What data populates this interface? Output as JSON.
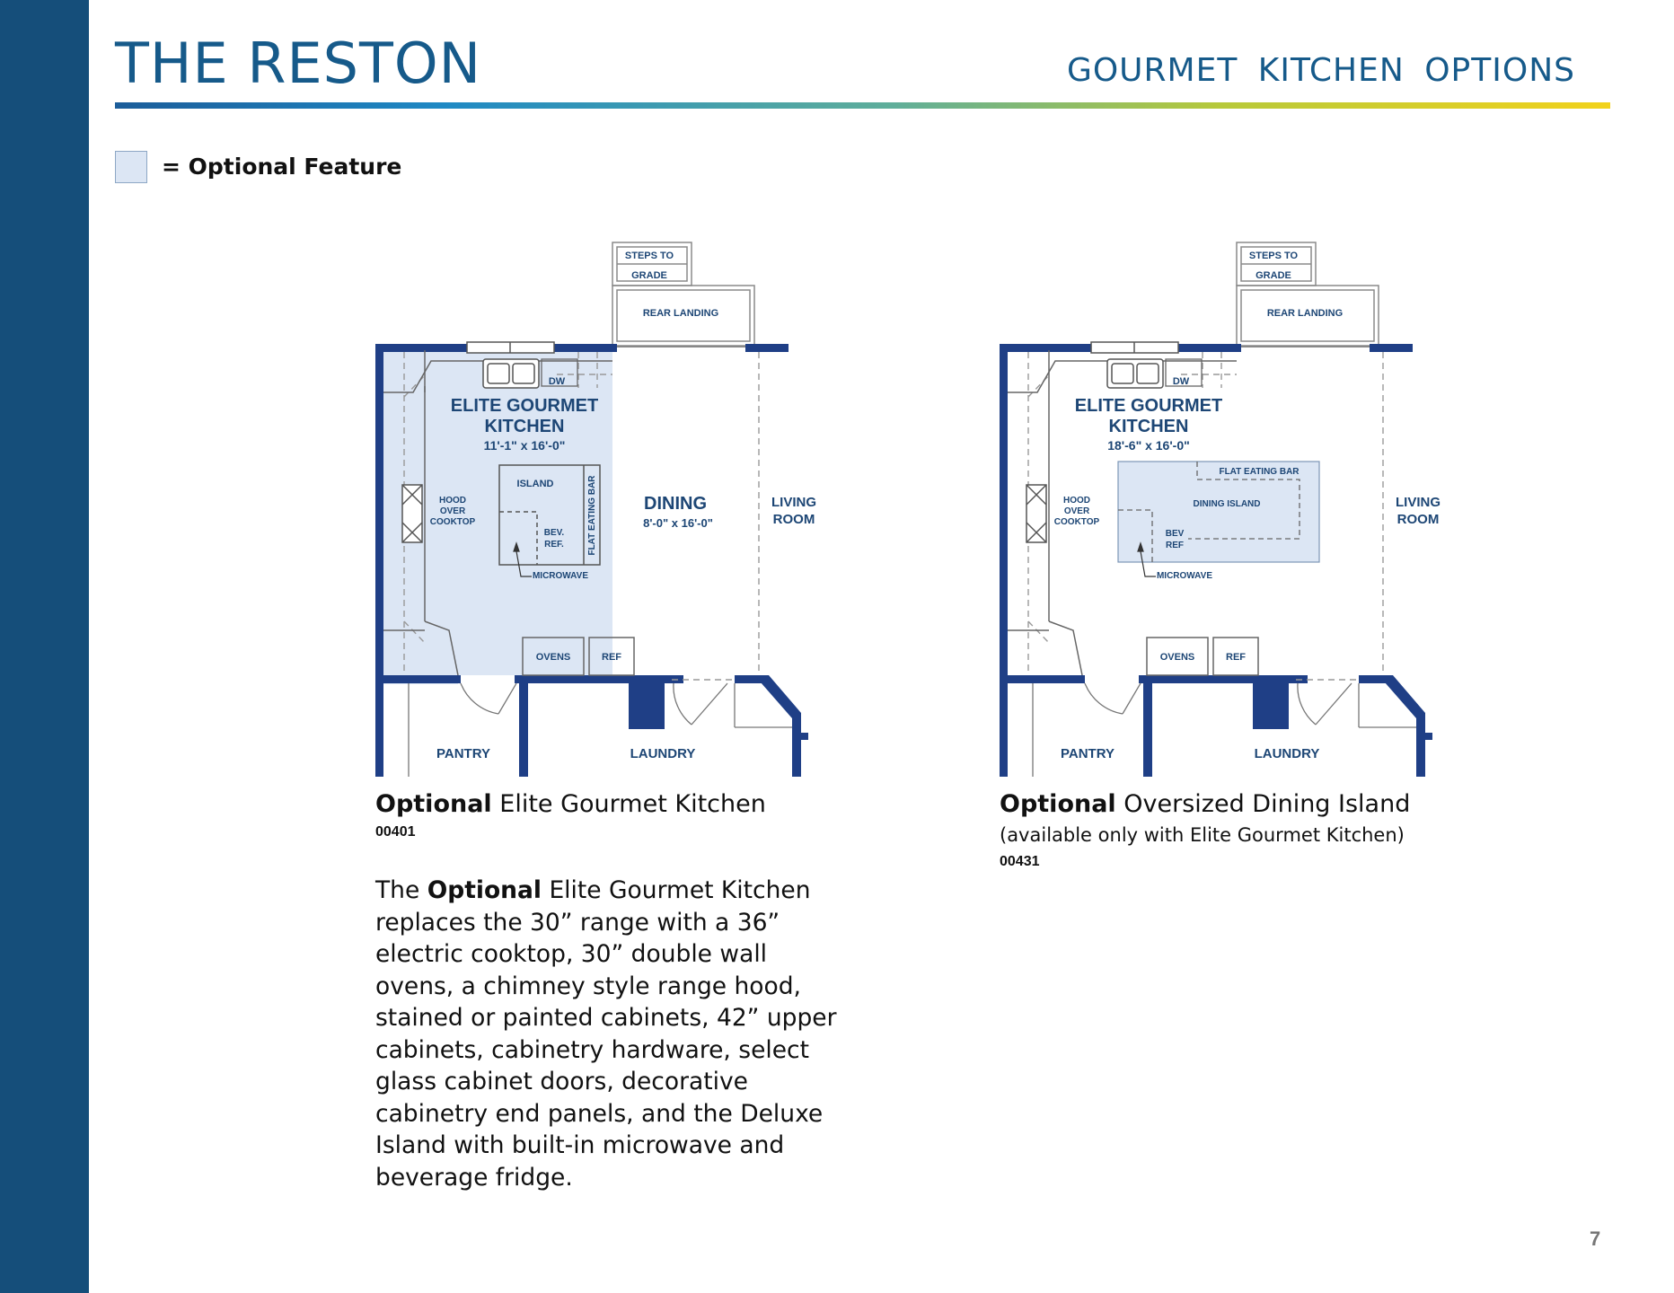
{
  "header": {
    "title": "THE RESTON",
    "subtitle": "GOURMET KITCHEN OPTIONS"
  },
  "legend": {
    "text": "= Optional Feature"
  },
  "colors": {
    "sidebar": "#154e7a",
    "title": "#165a8a",
    "wall": "#1f3f86",
    "optional_fill": "#dce6f4",
    "label": "#1d4675",
    "rule_start": "#1c5d9a",
    "rule_end": "#f2d21b"
  },
  "plans": [
    {
      "labels": {
        "steps_line1": "STEPS TO",
        "steps_line2": "GRADE",
        "rear_landing": "REAR LANDING",
        "dw": "DW",
        "kitchen_line1": "ELITE GOURMET",
        "kitchen_line2": "KITCHEN",
        "kitchen_dims": "11'-1\" x 16'-0\"",
        "island": "ISLAND",
        "flat_eating_bar": "FLAT EATING BAR",
        "bev_ref_line1": "BEV.",
        "bev_ref_line2": "REF.",
        "hood_line1": "HOOD",
        "hood_line2": "OVER",
        "hood_line3": "COOKTOP",
        "microwave": "MICROWAVE",
        "dining": "DINING",
        "dining_dims": "8'-0\" x 16'-0\"",
        "living_line1": "LIVING",
        "living_line2": "ROOM",
        "ovens": "OVENS",
        "ref": "REF",
        "pantry": "PANTRY",
        "laundry": "LAUNDRY"
      },
      "caption": {
        "bold": "Optional",
        "rest": " Elite Gourmet Kitchen",
        "code": "00401"
      }
    },
    {
      "labels": {
        "steps_line1": "STEPS TO",
        "steps_line2": "GRADE",
        "rear_landing": "REAR LANDING",
        "dw": "DW",
        "kitchen_line1": "ELITE GOURMET",
        "kitchen_line2": "KITCHEN",
        "kitchen_dims": "18'-6\" x 16'-0\"",
        "flat_eating_bar": "FLAT EATING BAR",
        "dining_island": "DINING ISLAND",
        "bev_ref_line1": "BEV",
        "bev_ref_line2": "REF",
        "hood_line1": "HOOD",
        "hood_line2": "OVER",
        "hood_line3": "COOKTOP",
        "microwave": "MICROWAVE",
        "living_line1": "LIVING",
        "living_line2": "ROOM",
        "ovens": "OVENS",
        "ref": "REF",
        "pantry": "PANTRY",
        "laundry": "LAUNDRY"
      },
      "caption": {
        "bold": "Optional",
        "rest": " Oversized Dining Island",
        "note": "(available only with Elite Gourmet Kitchen)",
        "code": "00431"
      }
    }
  ],
  "description": {
    "lead": "The ",
    "bold": "Optional",
    "rest": " Elite Gourmet Kitchen replaces the 30” range with a 36” electric cooktop, 30” double wall ovens, a chimney style range hood, stained or painted cabinets, 42” upper cabinets, cabinetry hardware, select glass cabinet doors, decorative cabinetry end panels, and the Deluxe Island with built-in microwave and beverage fridge."
  },
  "page_number": "7"
}
